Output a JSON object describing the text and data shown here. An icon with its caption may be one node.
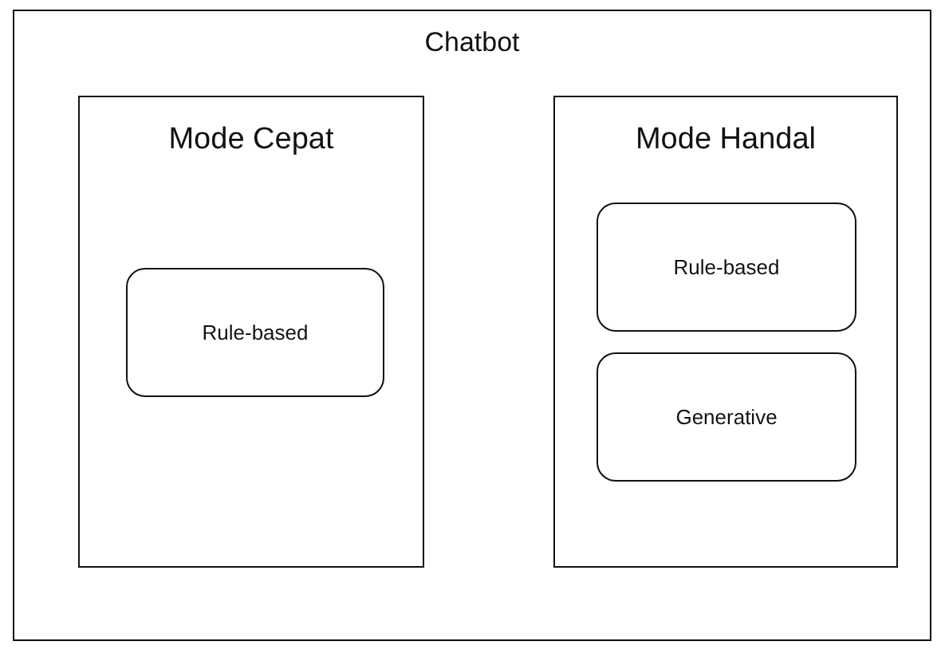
{
  "diagram": {
    "nodes": [
      {
        "text": [
          "Chatbot"
        ]
      },
      {
        "text": [
          "Mode Cepat"
        ],
        "in": 0
      },
      {
        "text": [
          "Rule-based"
        ],
        "in": 1
      },
      {
        "text": [
          "Mode Handal"
        ],
        "in": 0
      },
      {
        "text": [
          "Rule-based"
        ],
        "in": 3
      },
      {
        "text": [
          "Generative"
        ],
        "in": 3
      }
    ]
  }
}
